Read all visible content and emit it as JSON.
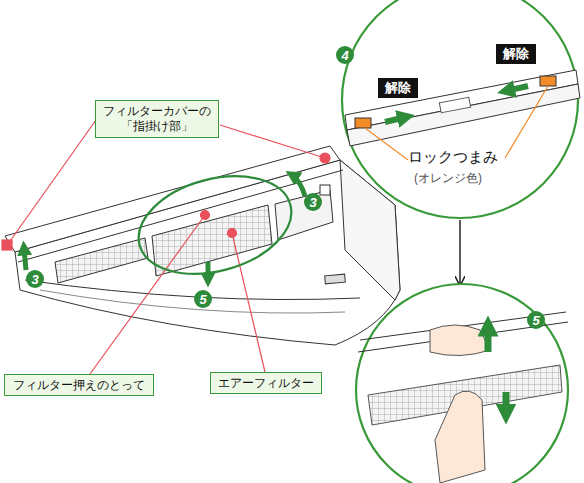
{
  "diagram": {
    "nodes": [
      {
        "text": [
          "フィルターカバーの 「指掛け部」"
        ]
      },
      {
        "text": [
          "4"
        ]
      },
      {
        "text": [
          "解除"
        ]
      },
      {
        "text": [
          "解除"
        ]
      },
      {
        "text": [
          "3"
        ]
      },
      {
        "text": [
          "3"
        ]
      },
      {
        "text": [
          "5"
        ]
      },
      {
        "text": [
          "5"
        ]
      },
      {
        "text": [
          "フィルター押えのとって"
        ]
      },
      {
        "text": [
          "エアーフィルター"
        ]
      }
    ],
    "labels": [
      "ロックつまみ",
      "(オレンジ色)"
    ]
  }
}
